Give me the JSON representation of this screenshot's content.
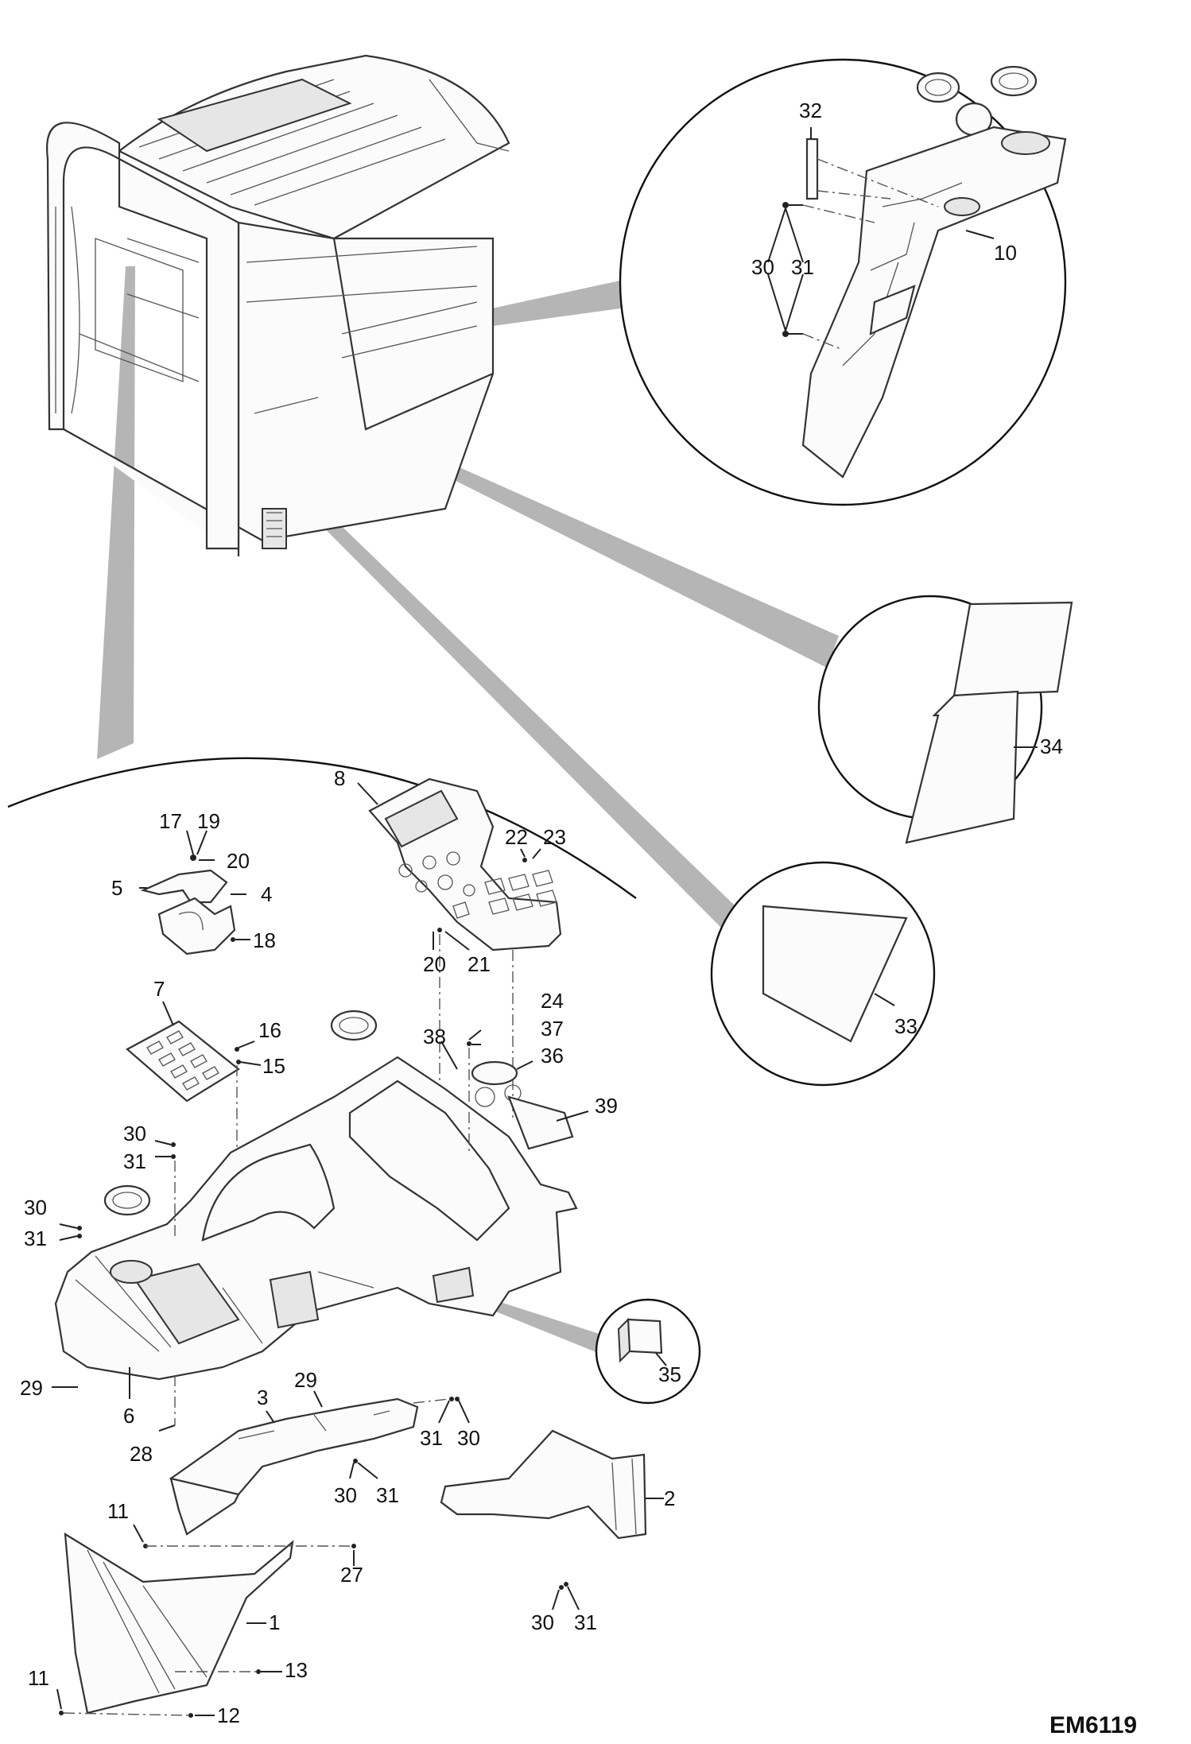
{
  "drawing_code": "EM6119",
  "callouts": {
    "c1": "1",
    "c2": "2",
    "c3": "3",
    "c4": "4",
    "c5": "5",
    "c6": "6",
    "c7": "7",
    "c8": "8",
    "c10": "10",
    "c11a": "11",
    "c11b": "11",
    "c12": "12",
    "c13": "13",
    "c15": "15",
    "c16": "16",
    "c17": "17",
    "c18": "18",
    "c19": "19",
    "c20a": "20",
    "c20b": "20",
    "c21": "21",
    "c22": "22",
    "c23": "23",
    "c24": "24",
    "c27": "27",
    "c28": "28",
    "c29a": "29",
    "c29b": "29",
    "c30a": "30",
    "c30b": "30",
    "c30c": "30",
    "c30d": "30",
    "c30e": "30",
    "c30f": "30",
    "c31a": "31",
    "c31b": "31",
    "c31c": "31",
    "c31d": "31",
    "c31e": "31",
    "c31f": "31",
    "c32": "32",
    "c33": "33",
    "c34": "34",
    "c35": "35",
    "c36": "36",
    "c37": "37",
    "c38": "38",
    "c39": "39"
  }
}
